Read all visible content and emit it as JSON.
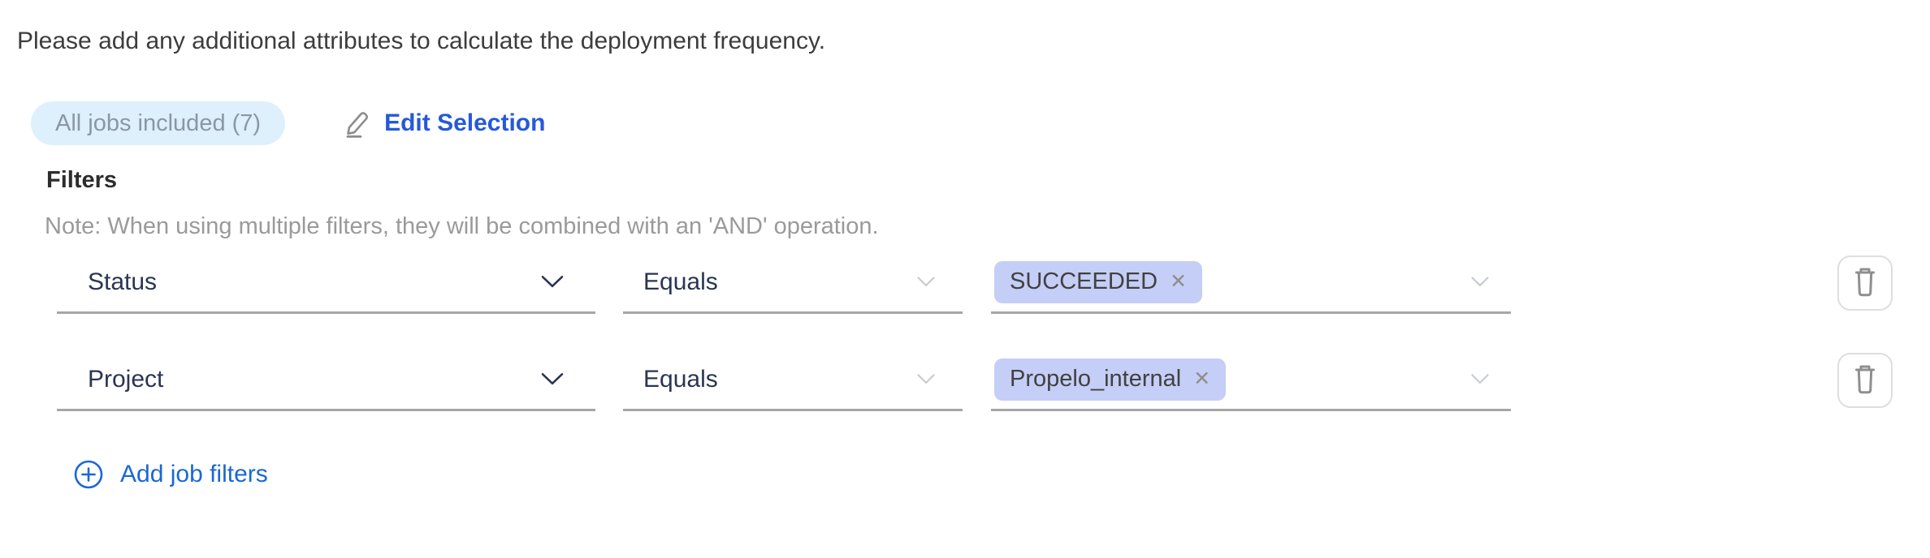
{
  "header": {
    "instruction": "Please add any additional attributes to calculate the deployment frequency."
  },
  "jobs_selection": {
    "badge": "All jobs included (7)",
    "edit_link": "Edit Selection"
  },
  "filters": {
    "heading": "Filters",
    "note": "Note: When using multiple filters, they will be combined with an 'AND' operation.",
    "add_link": "Add job filters",
    "rows": [
      {
        "field": "Status",
        "operator": "Equals",
        "values": [
          {
            "label": "SUCCEEDED"
          }
        ]
      },
      {
        "field": "Project",
        "operator": "Equals",
        "values": [
          {
            "label": "Propelo_internal"
          }
        ]
      }
    ]
  },
  "glyphs": {
    "remove_tag": "✕"
  },
  "colors": {
    "edit_blue": "#2659d9",
    "add_blue": "#1a67d6",
    "badge_bg": "#ddf0fc",
    "badge_text": "#8b97a4",
    "tag_bg": "#c5cef6",
    "select_text": "#2a3551",
    "underline": "#a6a6a6",
    "icon_gray": "#8f8f8f"
  }
}
